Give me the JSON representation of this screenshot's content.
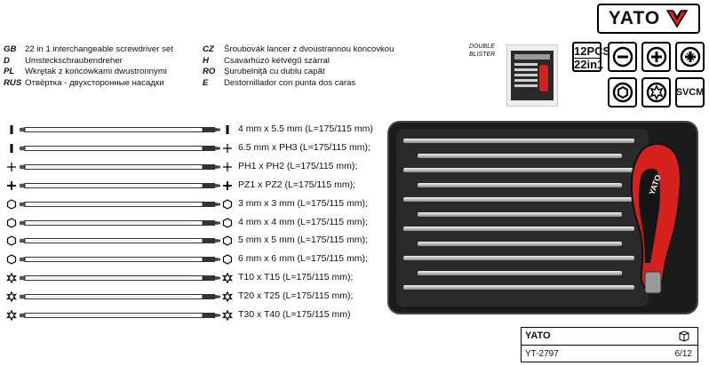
{
  "brand": "YATO",
  "languages": [
    {
      "code": "GB",
      "text": "22 in 1 interchangeable screwdriver set"
    },
    {
      "code": "D",
      "text": "Umsteckschraubendreher"
    },
    {
      "code": "PL",
      "text": "Wkrętak z końcówkami dwustronnymi"
    },
    {
      "code": "RUS",
      "text": "Отвёртка - двухсторонные насадки"
    },
    {
      "code": "CZ",
      "text": "Šroubovák lancer z dvoustrannou koncovkou"
    },
    {
      "code": "H",
      "text": "Csavarhúzó kétvégű szárral"
    },
    {
      "code": "RO",
      "text": "Şurubelniţă cu dublu capăt"
    },
    {
      "code": "E",
      "text": "Destornillador con punta dos caras"
    }
  ],
  "blister": {
    "line1": "DOUBLE",
    "line2": "BLISTER"
  },
  "count": {
    "pcs": "12PCS",
    "combo": "22in1"
  },
  "icons": [
    "slotted-icon",
    "phillips-icon",
    "pozidriv-icon",
    "hex-icon",
    "torx-icon",
    "svcm-label"
  ],
  "svcm": "SVCM",
  "bits": [
    {
      "label": "4 mm x 5.5 mm (L=175/115 mm)",
      "left": "slot",
      "right": "slot"
    },
    {
      "label": "6.5 mm x PH3 (L=175/115 mm);",
      "left": "slot",
      "right": "ph"
    },
    {
      "label": "PH1 x PH2 (L=175/115 mm);",
      "left": "ph",
      "right": "ph"
    },
    {
      "label": "PZ1 x PZ2 (L=175/115 mm);",
      "left": "pz",
      "right": "pz"
    },
    {
      "label": "3 mm x 3 mm (L=175/115 mm);",
      "left": "hex",
      "right": "hex"
    },
    {
      "label": "4 mm x 4 mm (L=175/115 mm);",
      "left": "hex",
      "right": "hex"
    },
    {
      "label": "5 mm x 5 mm (L=175/115 mm);",
      "left": "hex",
      "right": "hex"
    },
    {
      "label": "6 mm x 6 mm (L=175/115 mm);",
      "left": "hex",
      "right": "hex"
    },
    {
      "label": "T10 x T15 (L=175/115 mm);",
      "left": "torx",
      "right": "torx"
    },
    {
      "label": "T20 x T25 (L=175/115 mm);",
      "left": "torx",
      "right": "torx"
    },
    {
      "label": "T30 x T40 (L=175/115 mm)",
      "left": "torx",
      "right": "torx"
    }
  ],
  "footer": {
    "brand": "YATO",
    "code": "YT-2797",
    "page": "6/12"
  },
  "colors": {
    "handle_red": "#d4211e",
    "handle_black": "#151515",
    "case": "#1b1b1b"
  }
}
